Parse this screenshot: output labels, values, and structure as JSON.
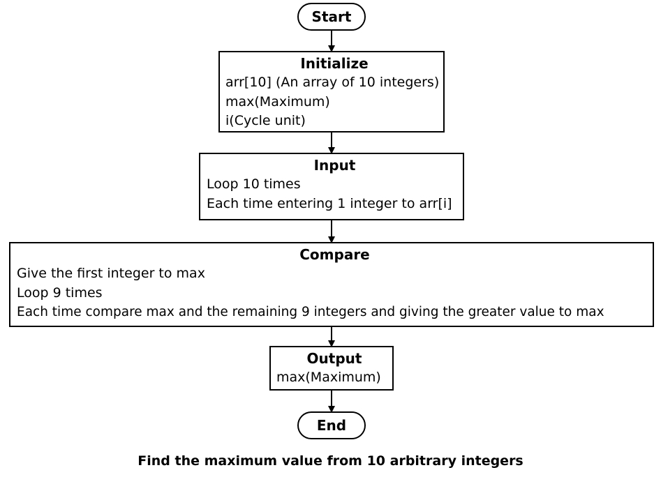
{
  "flowchart": {
    "start": {
      "label": "Start"
    },
    "initialize": {
      "title": "Initialize",
      "lines": [
        "arr[10] (An array of 10 integers)",
        "max(Maximum)",
        "i(Cycle unit)"
      ]
    },
    "input": {
      "title": "Input",
      "lines": [
        "Loop 10 times",
        "Each time entering 1 integer to arr[i]"
      ]
    },
    "compare": {
      "title": "Compare",
      "lines": [
        "Give the first integer to max",
        "Loop 9 times",
        "Each time compare max and the remaining 9 integers and giving the greater value to max"
      ]
    },
    "output": {
      "title": "Output",
      "lines": [
        "max(Maximum)"
      ]
    },
    "end": {
      "label": "End"
    }
  },
  "caption": "Find the maximum value from 10 arbitrary integers"
}
